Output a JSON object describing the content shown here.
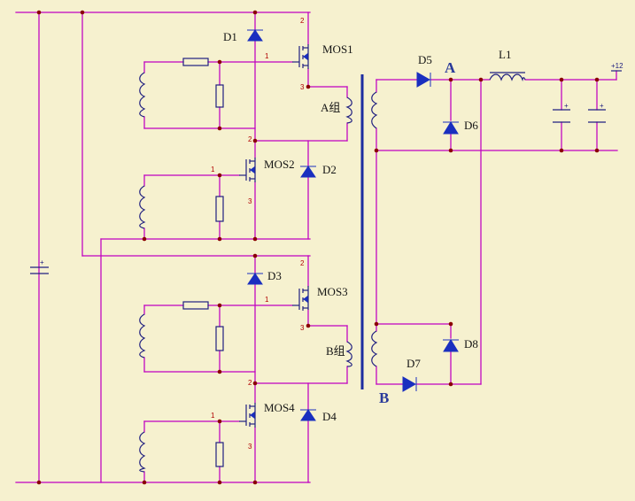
{
  "labels": {
    "d1": "D1",
    "d2": "D2",
    "d3": "D3",
    "d4": "D4",
    "d5": "D5",
    "d6": "D6",
    "d7": "D7",
    "d8": "D8",
    "mos1": "MOS1",
    "mos2": "MOS2",
    "mos3": "MOS3",
    "mos4": "MOS4",
    "l1": "L1",
    "a_group": "A组",
    "b_group": "B组",
    "node_a": "A",
    "node_b": "B",
    "plus12": "+12",
    "plus": "+"
  },
  "pins": {
    "p1": "1",
    "p2": "2",
    "p3": "3"
  },
  "colors": {
    "background": "#f6f1cf",
    "wire": "#c000c0",
    "component": "#202080",
    "diode": "#1a2fbf",
    "junction": "#8a0000",
    "pin_text": "#b00000"
  }
}
